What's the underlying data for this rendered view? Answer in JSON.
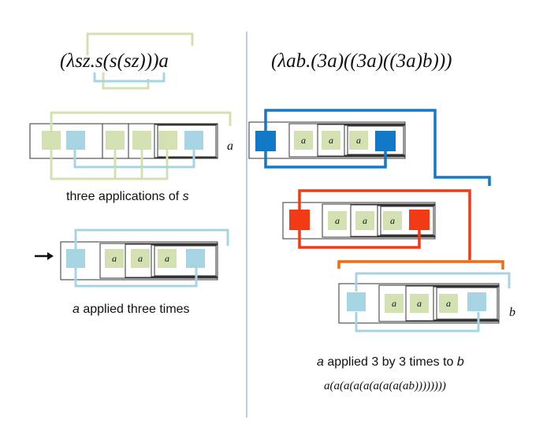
{
  "colors": {
    "s_green": "#d3e0b2",
    "z_blue": "#a6d4e3",
    "b_dark_blue": "#1279c9",
    "b_red": "#f23a14",
    "orange": "#f26a14",
    "divider": "#9fbcd4",
    "box_border": "#333333"
  },
  "left_panel": {
    "formula": "(λsz.s(s(sz)))a",
    "caption_top_var": "a",
    "caption_top_prefix": "three applications of ",
    "caption_top_italic": "s",
    "caption_bottom_var": "a",
    "caption_bottom_rest": " applied three times",
    "arrow": "→"
  },
  "right_panel": {
    "formula": "(λab.(3a)((3a)((3a)b)))",
    "tile_label": "a",
    "label_b": "b",
    "caption_var_a": "a",
    "caption_middle": " applied 3 by 3 times to ",
    "caption_var_b": "b",
    "expansion": "a(a(a(a(a(a(a(a(ab))))))))"
  },
  "icons": [
    "right-arrow-icon"
  ]
}
